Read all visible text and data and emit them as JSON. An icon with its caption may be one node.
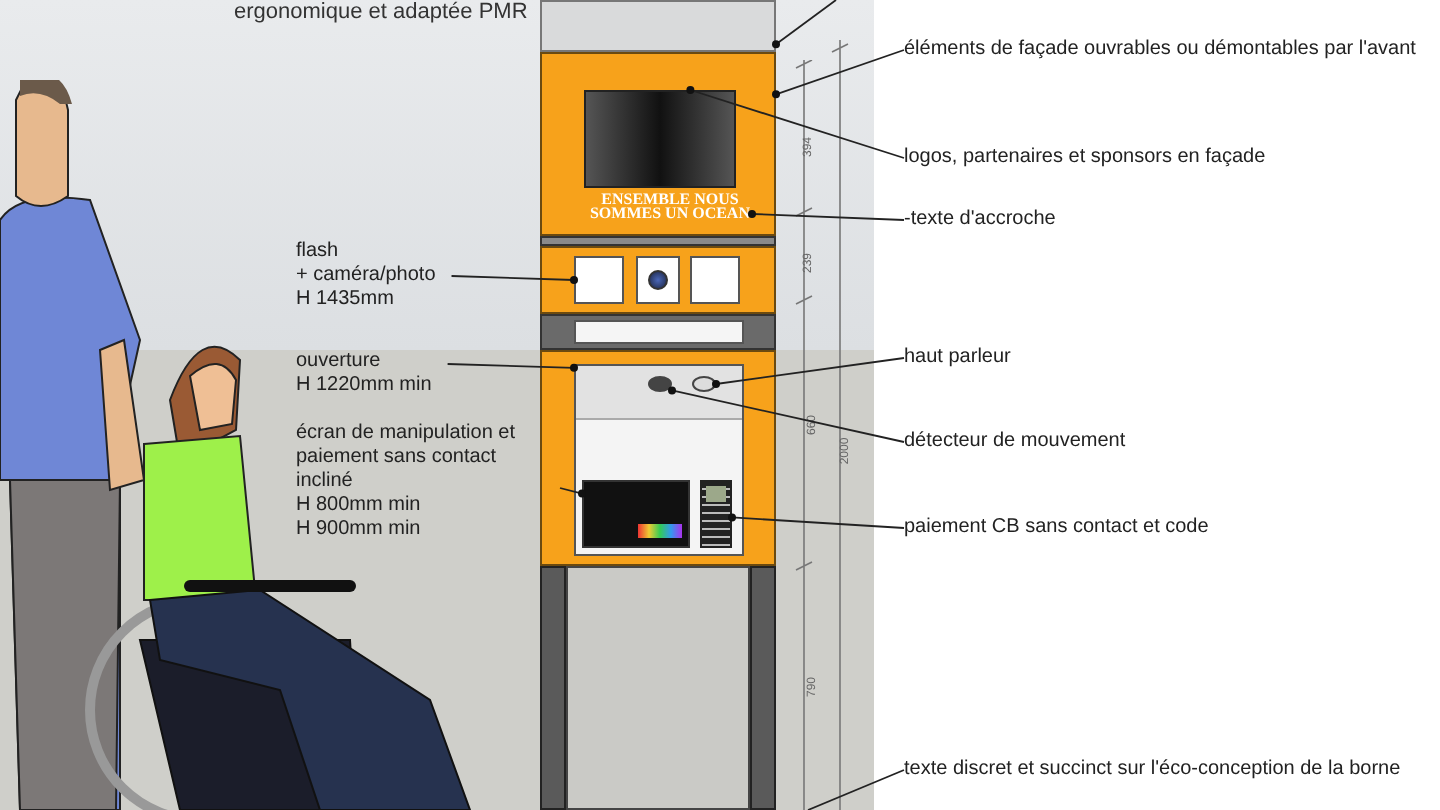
{
  "diagram": {
    "nodes": [
      {
        "text": [],
        "shape": "box"
      },
      {
        "text": [],
        "shape": "box"
      },
      {
        "text": [
          "éléments de façade ouvrables ou démontables par l'avant"
        ]
      },
      {
        "text": [
          "logos, partenaires et sponsors en façade"
        ]
      },
      {
        "text": [],
        "shape": "box",
        "in": 1
      },
      {
        "text": [
          "ENSEMBLE NOUS SOMMES UN OCEAN"
        ],
        "in": 1
      },
      {
        "text": [
          "-texte d'accroche"
        ]
      },
      {
        "text": [
          "flash",
          "+ caméra/photo",
          "H 1435mm"
        ]
      },
      {
        "text": [],
        "shape": "box"
      },
      {
        "text": [],
        "shape": "box",
        "in": 8
      },
      {
        "text": [],
        "shape": "box",
        "in": 8
      },
      {
        "text": [],
        "shape": "box",
        "in": 8
      },
      {
        "text": [
          "ouverture",
          "H 1220mm min"
        ]
      },
      {
        "text": [],
        "shape": "box"
      },
      {
        "text": [],
        "shape": "box",
        "in": 13
      },
      {
        "text": [],
        "shape": "circle",
        "in": 14
      },
      {
        "text": [],
        "shape": "circle",
        "in": 14
      },
      {
        "text": [
          "haut parleur"
        ]
      },
      {
        "text": [
          "détecteur de mouvement"
        ]
      },
      {
        "text": [
          "écran de manipulation et paiement sans contact incliné",
          "H 800mm min",
          "H 900mm min"
        ]
      },
      {
        "text": [],
        "shape": "box",
        "in": 14
      },
      {
        "text": [],
        "shape": "box",
        "in": 14
      },
      {
        "text": [
          "paiement CB sans contact et code"
        ]
      },
      {
        "text": [
          "texte discret et succinct sur l'éco-conception de la borne"
        ]
      }
    ],
    "edges": [
      {
        "from": null,
        "to": 0,
        "arrow": "other"
      },
      {
        "from": 2,
        "to": 1,
        "arrow": "other"
      },
      {
        "from": 3,
        "to": 4,
        "arrow": "other"
      },
      {
        "from": 6,
        "to": 5,
        "arrow": "other"
      },
      {
        "from": 7,
        "to": 9,
        "arrow": "other"
      },
      {
        "from": 12,
        "to": 14,
        "arrow": "other"
      },
      {
        "from": 17,
        "to": 16,
        "arrow": "other"
      },
      {
        "from": 18,
        "to": 15,
        "arrow": "other"
      },
      {
        "from": 19,
        "to": 20,
        "arrow": "other"
      },
      {
        "from": 22,
        "to": 21,
        "arrow": "other"
      },
      {
        "from": 23,
        "to": null,
        "arrow": "none"
      }
    ],
    "labels": [
      "ergonomique et adaptée PMR",
      "394",
      "239",
      "660",
      "2000",
      "790"
    ]
  }
}
